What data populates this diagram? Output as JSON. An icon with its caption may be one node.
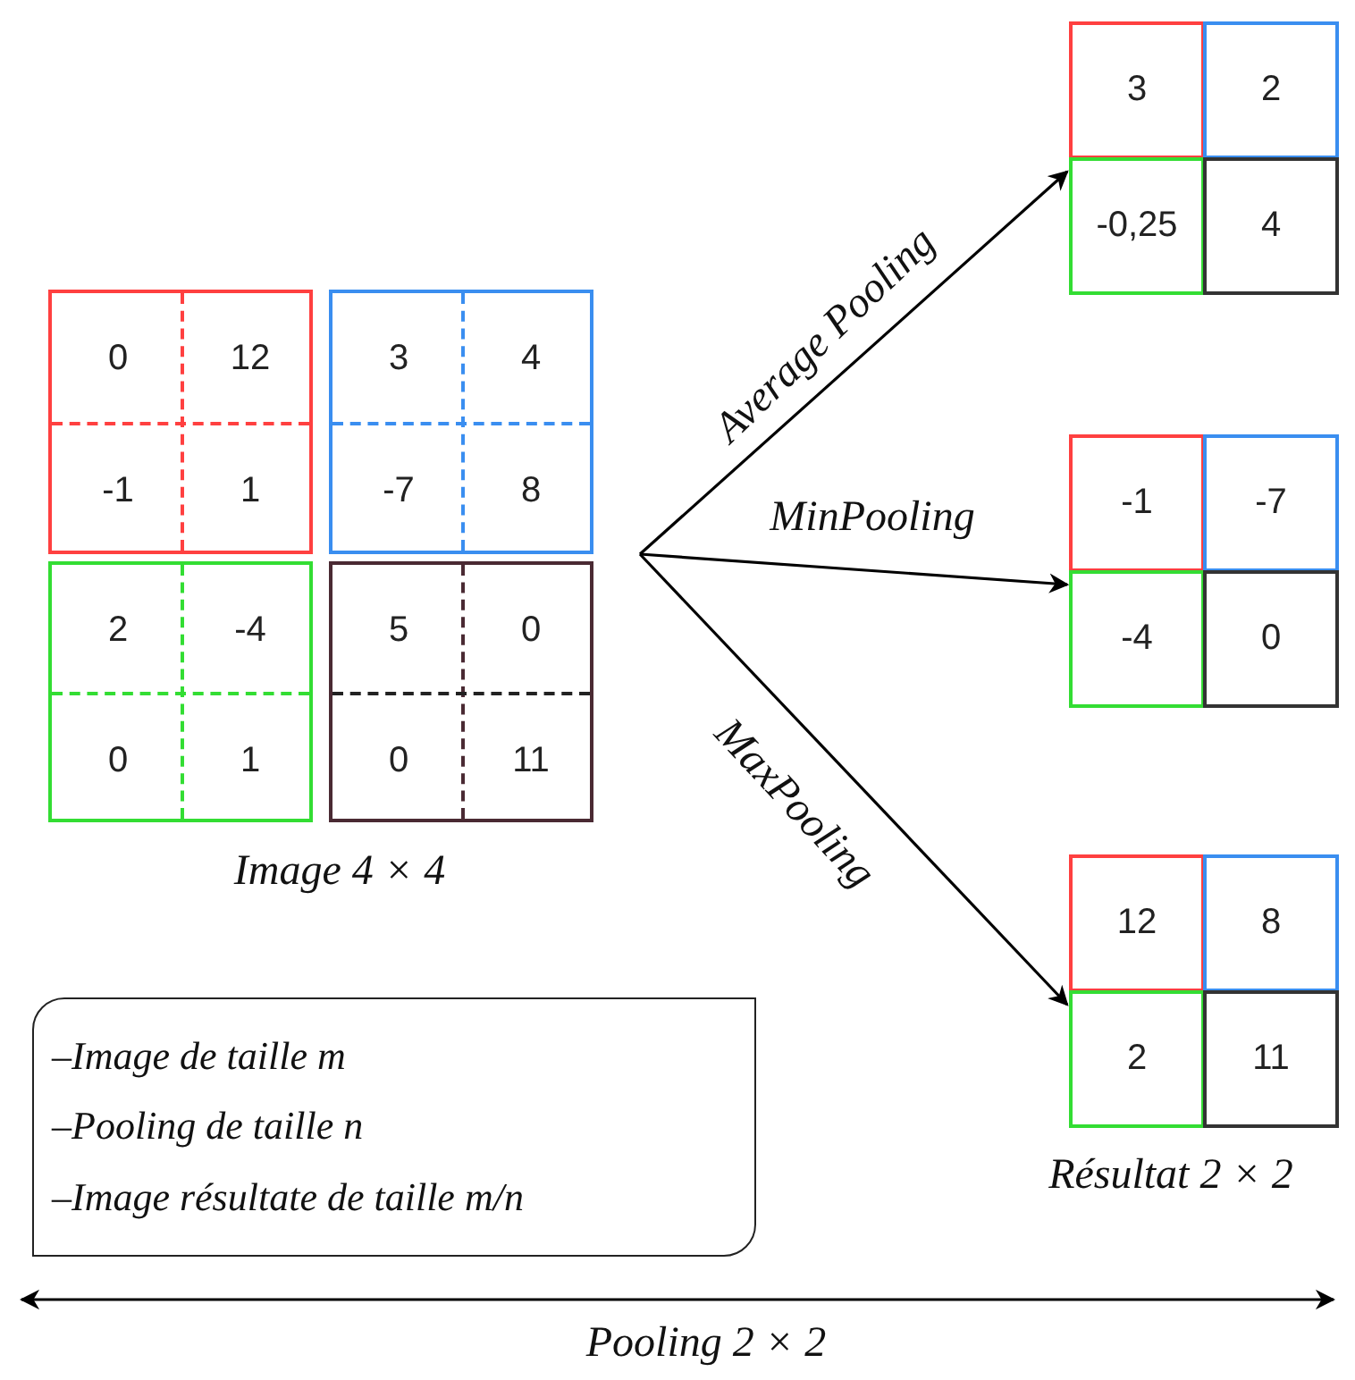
{
  "diagram": {
    "nodes": [
      {
        "text": [
          "0",
          "12",
          "-1",
          "1"
        ]
      },
      {
        "text": [
          "3",
          "4",
          "-7",
          "8"
        ]
      },
      {
        "text": [
          "2",
          "-4",
          "0",
          "1"
        ]
      },
      {
        "text": [
          "5",
          "0",
          "0",
          "11"
        ]
      },
      {
        "text": [
          "3"
        ]
      },
      {
        "text": [
          "2"
        ]
      },
      {
        "text": [
          "-0,25"
        ]
      },
      {
        "text": [
          "4"
        ]
      },
      {
        "text": [
          "-1"
        ]
      },
      {
        "text": [
          "-7"
        ]
      },
      {
        "text": [
          "-4"
        ]
      },
      {
        "text": [
          "0"
        ]
      },
      {
        "text": [
          "12"
        ]
      },
      {
        "text": [
          "8"
        ]
      },
      {
        "text": [
          "2"
        ]
      },
      {
        "text": [
          "11"
        ]
      },
      {
        "text": [
          "–Image de taille m",
          "–Pooling de taille n",
          "–Image résultate de taille m/n"
        ]
      }
    ],
    "edges": [
      {
        "from": null,
        "to": 6,
        "arrow": "to",
        "label": "Average Pooling"
      },
      {
        "from": null,
        "to": 10,
        "arrow": "to",
        "label": "MinPooling"
      },
      {
        "from": null,
        "to": 14,
        "arrow": "to",
        "label": "MaxPooling"
      }
    ],
    "labels": [
      "Image 4 × 4",
      "Résultat 2 × 2",
      "Pooling 2 × 2"
    ]
  }
}
